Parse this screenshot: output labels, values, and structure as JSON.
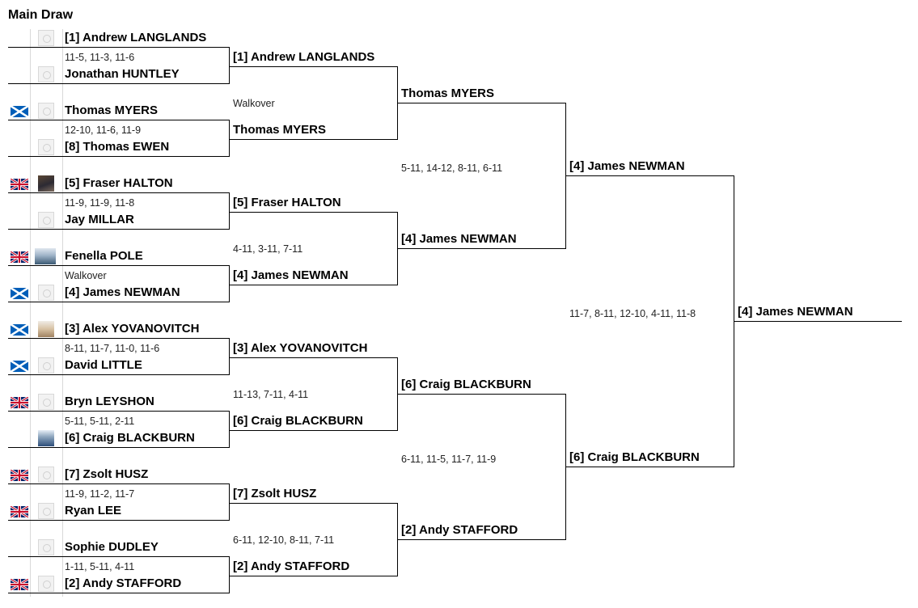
{
  "title": "Main Draw",
  "colors": {
    "line": "#000000",
    "scotland_blue": "#005eb8",
    "uk_red": "#c8102e",
    "uk_blue": "#012169"
  },
  "round1": [
    {
      "name": "[1] Andrew LANGLANDS",
      "flag": "",
      "avatar": "placeholder"
    },
    {
      "name": "Jonathan HUNTLEY",
      "flag": "",
      "avatar": "placeholder"
    },
    {
      "name": "Thomas MYERS",
      "flag": "scotland-flag",
      "avatar": "placeholder"
    },
    {
      "name": "[8] Thomas EWEN",
      "flag": "",
      "avatar": "placeholder"
    },
    {
      "name": "[5] Fraser HALTON",
      "flag": "uk-flag",
      "avatar": "photo1"
    },
    {
      "name": "Jay MILLAR",
      "flag": "",
      "avatar": "placeholder"
    },
    {
      "name": "Fenella POLE",
      "flag": "uk-flag",
      "avatar": "photo2"
    },
    {
      "name": "[4] James NEWMAN",
      "flag": "scotland-flag",
      "avatar": "placeholder"
    },
    {
      "name": "[3] Alex YOVANOVITCH",
      "flag": "scotland-flag",
      "avatar": "photo3"
    },
    {
      "name": "David LITTLE",
      "flag": "scotland-flag",
      "avatar": "placeholder"
    },
    {
      "name": "Bryn LEYSHON",
      "flag": "uk-flag",
      "avatar": "placeholder"
    },
    {
      "name": "[6] Craig BLACKBURN",
      "flag": "",
      "avatar": "photo4"
    },
    {
      "name": "[7] Zsolt HUSZ",
      "flag": "uk-flag",
      "avatar": "placeholder"
    },
    {
      "name": "Ryan LEE",
      "flag": "uk-flag",
      "avatar": "placeholder"
    },
    {
      "name": "Sophie DUDLEY",
      "flag": "",
      "avatar": "placeholder"
    },
    {
      "name": "[2] Andy STAFFORD",
      "flag": "uk-flag",
      "avatar": "placeholder"
    }
  ],
  "round1_scores": [
    "11-5, 11-3, 11-6",
    "12-10, 11-6, 11-9",
    "11-9, 11-9, 11-8",
    "Walkover",
    "8-11, 11-7, 11-0, 11-6",
    "5-11, 5-11, 2-11",
    "11-9, 11-2, 11-7",
    "1-11, 5-11, 4-11"
  ],
  "round2": [
    "[1] Andrew LANGLANDS",
    "Thomas MYERS",
    "[5] Fraser HALTON",
    "[4] James NEWMAN",
    "[3] Alex YOVANOVITCH",
    "[6] Craig BLACKBURN",
    "[7] Zsolt HUSZ",
    "[2] Andy STAFFORD"
  ],
  "round2_scores": [
    "Walkover",
    "4-11, 3-11, 7-11",
    "11-13, 7-11, 4-11",
    "6-11, 12-10, 8-11, 7-11"
  ],
  "round3": [
    "Thomas MYERS",
    "[4] James NEWMAN",
    "[6] Craig BLACKBURN",
    "[2] Andy STAFFORD"
  ],
  "round3_scores": [
    "5-11, 14-12, 8-11, 6-11",
    "6-11, 11-5, 11-7, 11-9"
  ],
  "round4": [
    "[4] James NEWMAN",
    "[6] Craig BLACKBURN"
  ],
  "round4_scores": [
    "11-7, 8-11, 12-10, 4-11, 11-8"
  ],
  "champion": "[4] James NEWMAN"
}
